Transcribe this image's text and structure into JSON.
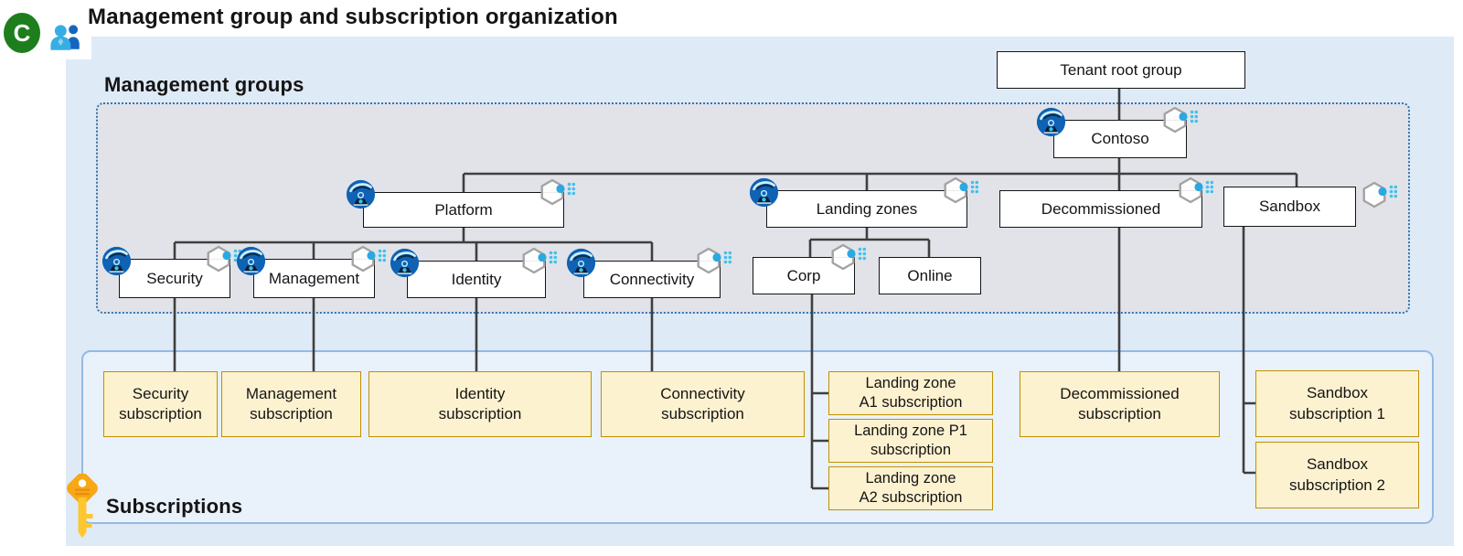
{
  "header": {
    "badge_letter": "C",
    "title": "Management group and subscription organization"
  },
  "sections": {
    "management_groups_label": "Management groups",
    "subscriptions_label": "Subscriptions"
  },
  "nodes": {
    "tenant_root": {
      "label": "Tenant root group"
    },
    "contoso": {
      "label": "Contoso"
    },
    "platform": {
      "label": "Platform"
    },
    "landing_zones": {
      "label": "Landing zones"
    },
    "decommissioned": {
      "label": "Decommissioned"
    },
    "sandbox": {
      "label": "Sandbox"
    },
    "security": {
      "label": "Security"
    },
    "management": {
      "label": "Management"
    },
    "identity": {
      "label": "Identity"
    },
    "connectivity": {
      "label": "Connectivity"
    },
    "corp": {
      "label": "Corp"
    },
    "online": {
      "label": "Online"
    }
  },
  "subscriptions": {
    "security": {
      "lines": [
        "Security",
        "subscription"
      ]
    },
    "management": {
      "lines": [
        "Management",
        "subscription"
      ]
    },
    "identity": {
      "lines": [
        "Identity",
        "subscription"
      ]
    },
    "connectivity": {
      "lines": [
        "Connectivity",
        "subscription"
      ]
    },
    "landing_a1": {
      "lines": [
        "Landing zone",
        "A1 subscription"
      ]
    },
    "landing_p1": {
      "lines": [
        "Landing zone P1",
        "subscription"
      ]
    },
    "landing_a2": {
      "lines": [
        "Landing zone",
        "A2 subscription"
      ]
    },
    "decommissioned": {
      "lines": [
        "Decommissioned",
        "subscription"
      ]
    },
    "sandbox1": {
      "lines": [
        "Sandbox",
        "subscription 1"
      ]
    },
    "sandbox2": {
      "lines": [
        "Sandbox",
        "subscription 2"
      ]
    }
  },
  "icons": {
    "badge": "letter-c-badge",
    "people": "people-icon",
    "management_group": "management-group-icon",
    "hexagon": "policy-hexagon-icon",
    "key": "key-icon"
  },
  "colors": {
    "outer_panel": "#DFEAF7",
    "mg_panel": "#E1E3E9",
    "mg_panel_border": "#2E75B6",
    "subs_panel": "#E9F1FB",
    "subs_panel_border": "#93B9E6",
    "sub_box_fill": "#FDF2D0",
    "sub_box_border": "#BF9000",
    "node_border": "#141414",
    "wire": "#3F3F3F",
    "badge_green": "#1E7E1E",
    "key_yellow": "#FFC62E",
    "icon_blue": "#0F62B4",
    "icon_cyan": "#35C3F0"
  }
}
